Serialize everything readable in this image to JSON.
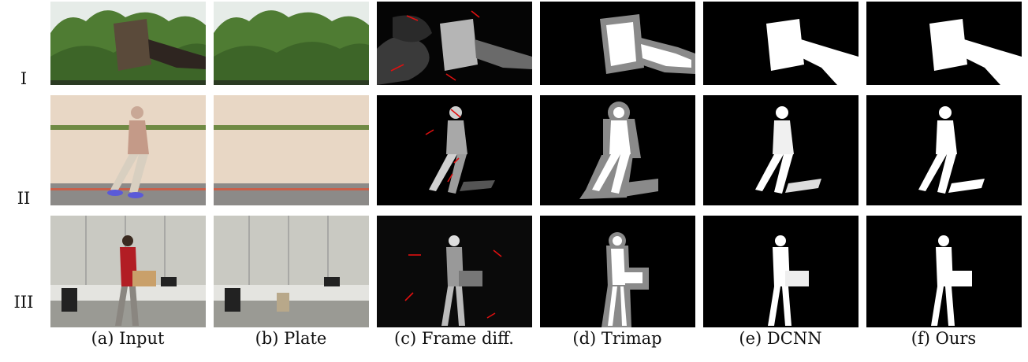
{
  "rows": [
    {
      "label": "I"
    },
    {
      "label": "II"
    },
    {
      "label": "III"
    }
  ],
  "columns": [
    {
      "label": "(a) Input"
    },
    {
      "label": "(b) Plate"
    },
    {
      "label": "(c) Frame diff."
    },
    {
      "label": "(d) Trimap"
    },
    {
      "label": "(e) DCNN"
    },
    {
      "label": "(f) Ours"
    }
  ],
  "colors": {
    "foliage": "#4f7c33",
    "sky": "#e6ece8",
    "wall": "#e8d7c5",
    "office_wall": "#c9c9c2",
    "arrow": "#e01010",
    "matte_fg": "#ffffff",
    "matte_unknown": "#8a8a8a",
    "matte_bg": "#000000"
  }
}
